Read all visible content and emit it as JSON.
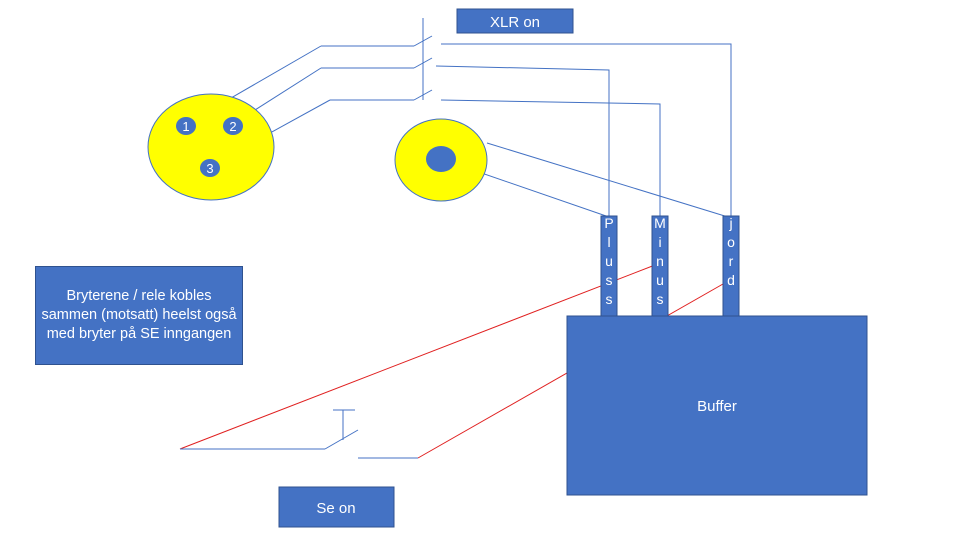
{
  "labels": {
    "xlr_on": "XLR on",
    "se_on": "Se on",
    "buffer": "Buffer",
    "note": "Bryterene / rele kobles sammen (motsatt) heelst også med bryter på SE inngangen",
    "pin_1": "1",
    "pin_2": "2",
    "pin_3": "3",
    "terminal_pluss": "Pluss",
    "terminal_minus": "Minus",
    "terminal_jord": "jord"
  },
  "colors": {
    "box_fill": "#4472C4",
    "box_border": "#2F528F",
    "connector_fill": "#FFFF00",
    "wire_blue": "#4472C4",
    "wire_red": "#E02020",
    "text_white": "#FFFFFF"
  }
}
